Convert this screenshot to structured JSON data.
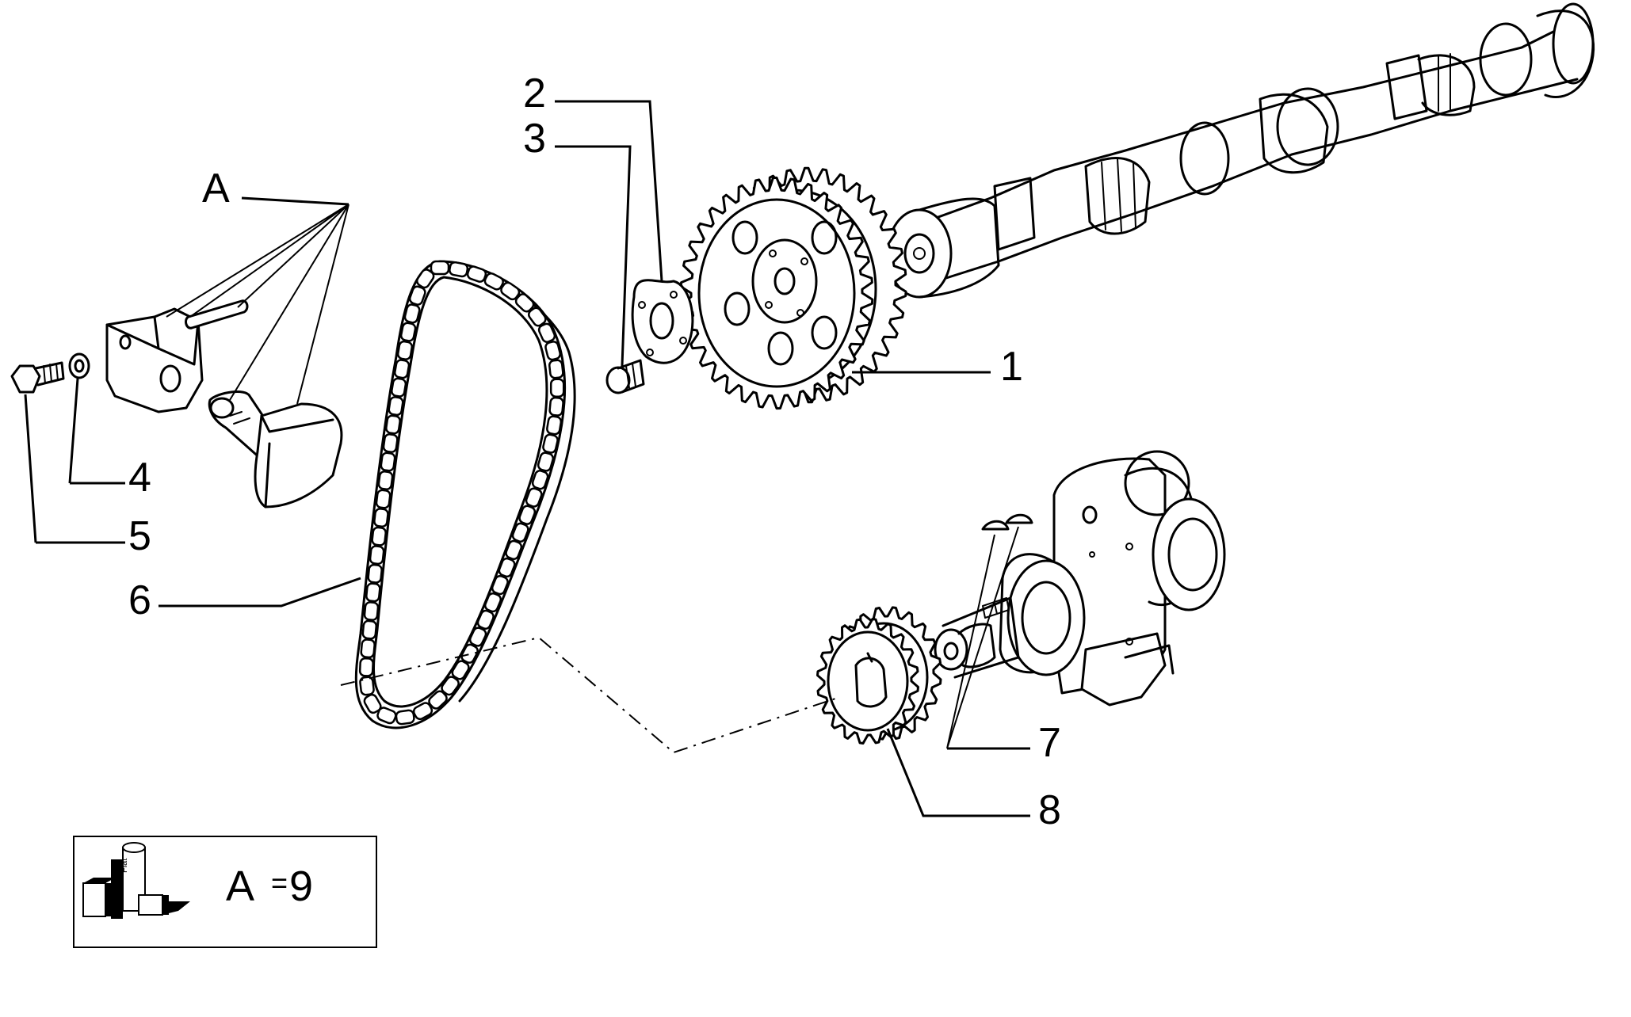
{
  "callouts": {
    "part_1": "1",
    "part_2": "2",
    "part_3": "3",
    "part_4": "4",
    "part_5": "5",
    "part_6": "6",
    "part_7": "7",
    "part_8": "8",
    "part_a": "A"
  },
  "legend": {
    "letter": "A",
    "equals": "=",
    "value": "9",
    "badge_text": "Fiat"
  },
  "colors": {
    "ink": "#000000",
    "paper": "#ffffff"
  }
}
